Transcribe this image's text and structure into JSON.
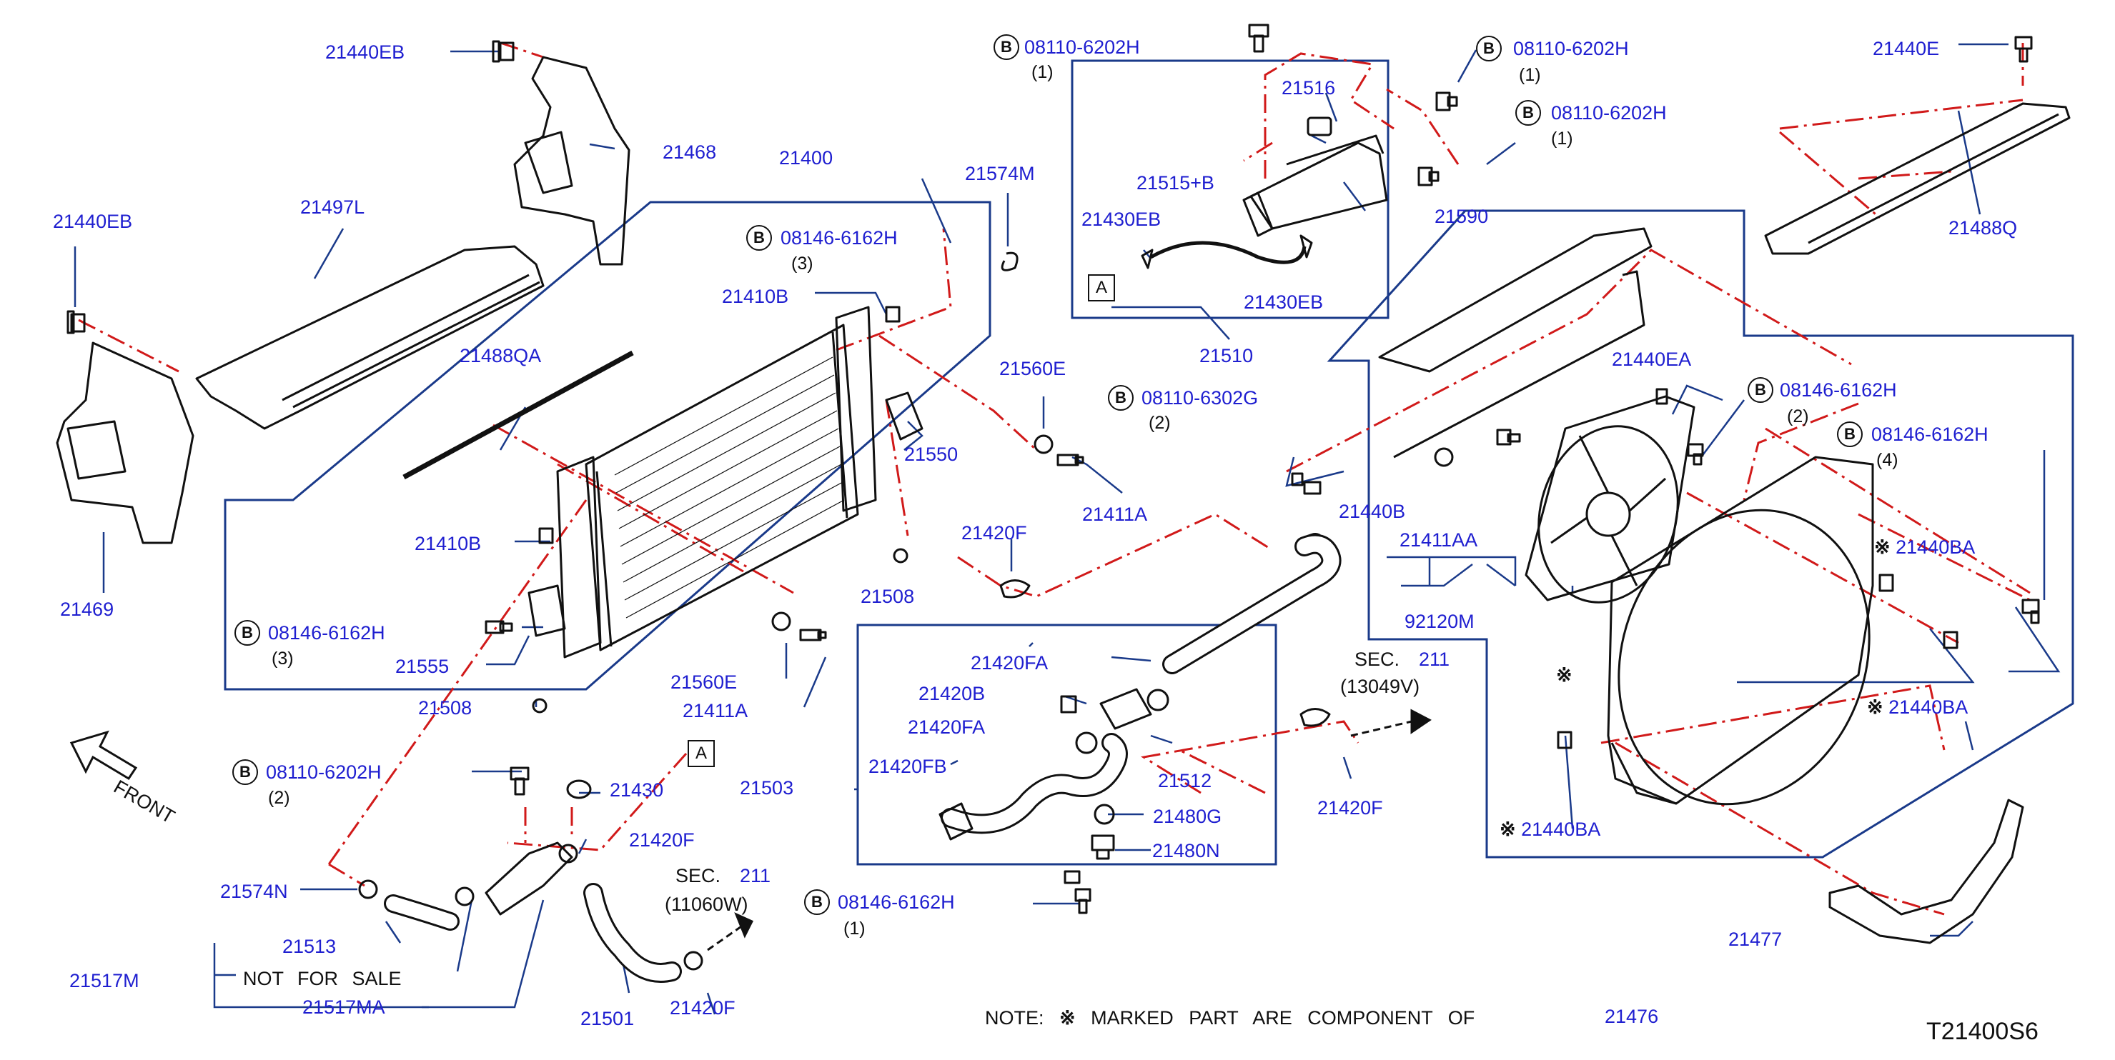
{
  "diagram_code": "T21400S6",
  "note": {
    "prefix": "NOTE:",
    "star": "※",
    "text": "MARKED PART ARE COMPONENT OF",
    "part": "21476"
  },
  "front_label": "FRONT",
  "ref_A": "A",
  "bolt_marker": "B",
  "star_marker": "※",
  "sec_refs": [
    {
      "sec": "SEC.",
      "num": "211",
      "code": "(13049V)"
    },
    {
      "sec": "SEC.",
      "num": "211",
      "code": "(11060W)"
    }
  ],
  "not_for_sale": "NOT FOR SALE",
  "labels": {
    "p21440EB_top": "21440EB",
    "p21468": "21468",
    "p21440EB_left": "21440EB",
    "p21497L": "21497L",
    "p21469": "21469",
    "p21488QA": "21488QA",
    "p21400": "21400",
    "p21574M": "21574M",
    "p21410B_top": "21410B",
    "p21560E_top": "21560E",
    "p21550": "21550",
    "p21411A_top": "21411A",
    "p21410B_left": "21410B",
    "p21508_mid": "21508",
    "p21420F_mid": "21420F",
    "p21555": "21555",
    "p21560E_bot": "21560E",
    "p21411A_bot": "21411A",
    "p21508_bot": "21508",
    "p21516": "21516",
    "p21515B": "21515+B",
    "p21430EB_left": "21430EB",
    "p21430EB_right": "21430EB",
    "p21510": "21510",
    "p21590": "21590",
    "p21440E": "21440E",
    "p21488Q": "21488Q",
    "p21440EA": "21440EA",
    "p21440B": "21440B",
    "p21411AA": "21411AA",
    "p92120M": "92120M",
    "p21440BA_1": "21440BA",
    "p21440BA_2": "21440BA",
    "p21440BA_3": "21440BA",
    "p21477": "21477",
    "p21420FA_top": "21420FA",
    "p21420B": "21420B",
    "p21420FA_mid": "21420FA",
    "p21420FB": "21420FB",
    "p21503": "21503",
    "p21512": "21512",
    "p21480G": "21480G",
    "p21480N": "21480N",
    "p21420F_right": "21420F",
    "p21430": "21430",
    "p21574N": "21574N",
    "p21420F_low": "21420F",
    "p21513": "21513",
    "p21517M": "21517M",
    "p21517MA": "21517MA",
    "p21501": "21501",
    "p21420F_bot": "21420F"
  },
  "bolts": {
    "b1": {
      "part": "08110-6202H",
      "qty": "(1)"
    },
    "b2": {
      "part": "08110-6202H",
      "qty": "(1)"
    },
    "b3": {
      "part": "08110-6202H",
      "qty": "(1)"
    },
    "b4": {
      "part": "08146-6162H",
      "qty": "(3)"
    },
    "b5": {
      "part": "08110-6302G",
      "qty": "(2)"
    },
    "b6": {
      "part": "08146-6162H",
      "qty": "(2)"
    },
    "b7": {
      "part": "08146-6162H",
      "qty": "(4)"
    },
    "b8": {
      "part": "08146-6162H",
      "qty": "(3)"
    },
    "b9": {
      "part": "08110-6202H",
      "qty": "(2)"
    },
    "b10": {
      "part": "08146-6162H",
      "qty": "(1)"
    }
  }
}
